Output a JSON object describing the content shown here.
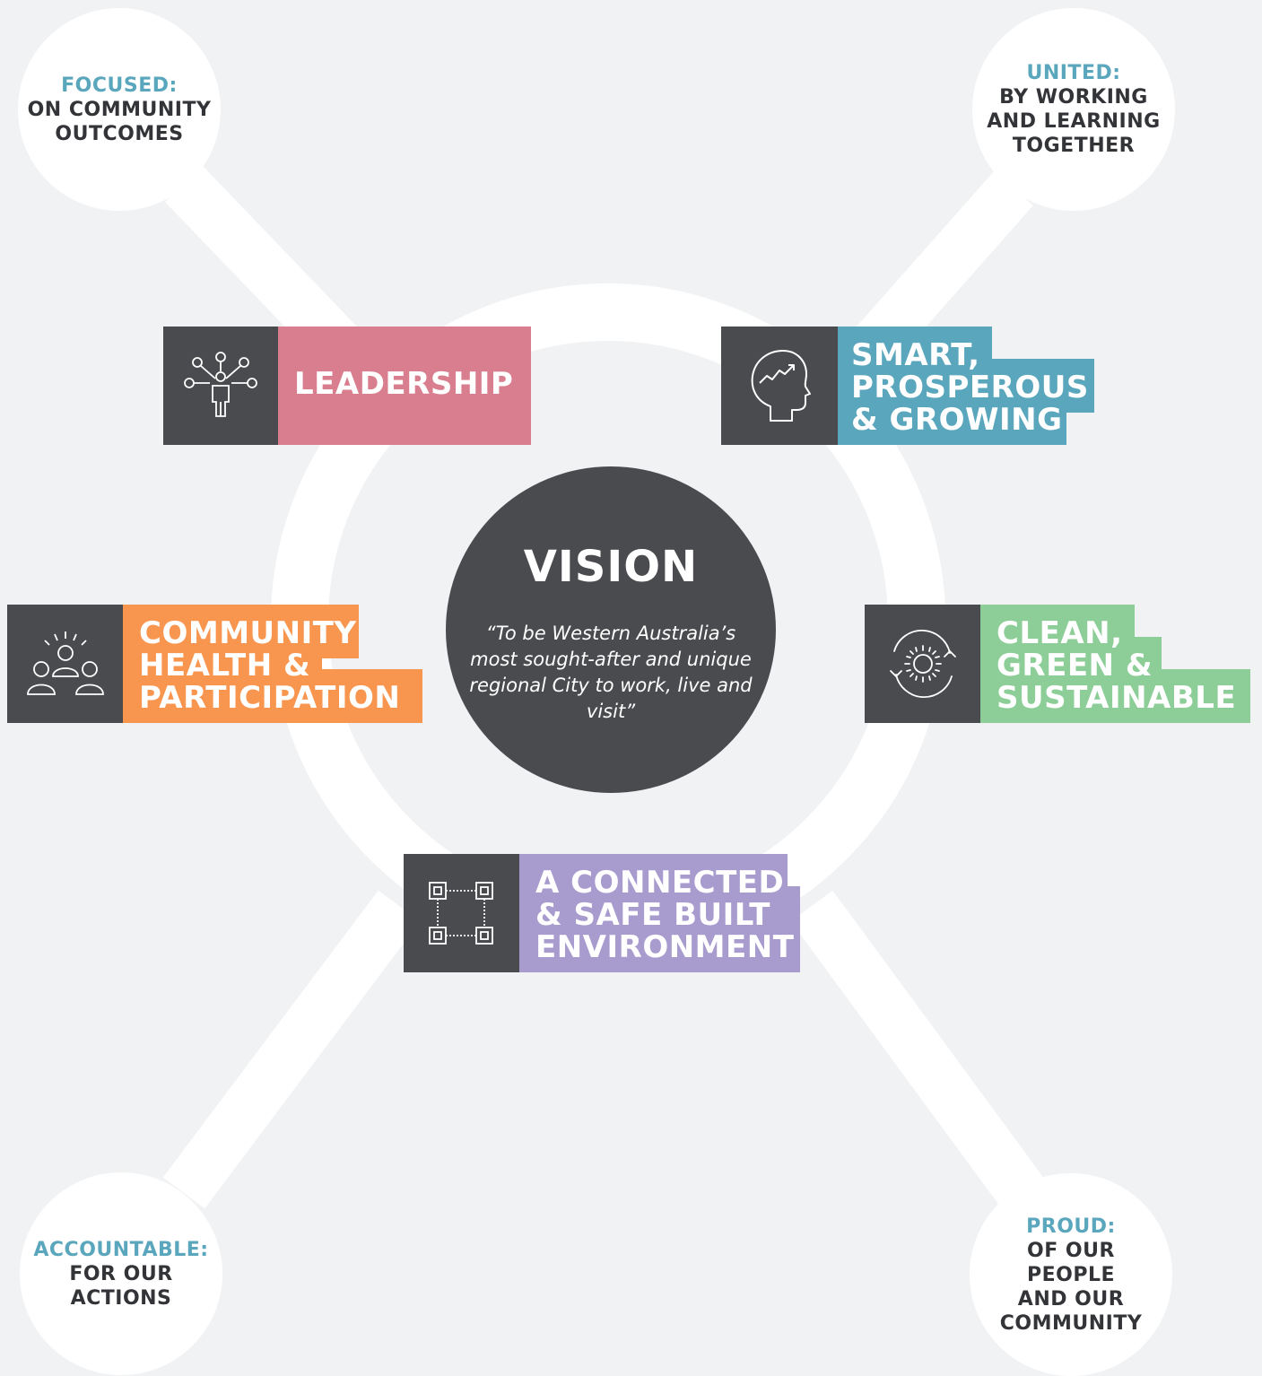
{
  "colors": {
    "background": "#f1f2f4",
    "ring": "#ffffff",
    "dark": "#4a4b4e",
    "value_title": "#5aa6bd",
    "leadership": "#d97e8e",
    "smart": "#5aa6bd",
    "community": "#f8964f",
    "clean": "#8dce98",
    "connected": "#a89bce"
  },
  "vision": {
    "title": "VISION",
    "quote": "“To be Western Australia’s most sought-after and unique regional City to work, live and visit”"
  },
  "values": {
    "focused": {
      "title": "FOCUSED:",
      "desc": "ON COMMUNITY\nOUTCOMES"
    },
    "united": {
      "title": "UNITED:",
      "desc": "BY WORKING\nAND LEARNING\nTOGETHER"
    },
    "accountable": {
      "title": "ACCOUNTABLE:",
      "desc": "FOR OUR\nACTIONS"
    },
    "proud": {
      "title": "PROUD:",
      "desc": "OF OUR\nPEOPLE\nAND OUR\nCOMMUNITY"
    }
  },
  "themes": {
    "leadership": {
      "label": "LEADERSHIP",
      "icon": "leadership-network-icon"
    },
    "smart": {
      "label": "SMART,\nPROSPEROUS\n& GROWING",
      "icon": "head-growth-icon"
    },
    "community": {
      "label": "COMMUNITY\nHEALTH &\nPARTICIPATION",
      "icon": "people-group-icon"
    },
    "clean": {
      "label": "CLEAN,\nGREEN &\nSUSTAINABLE",
      "icon": "sun-cycle-icon"
    },
    "connected": {
      "label": "A CONNECTED\n& SAFE BUILT\nENVIRONMENT",
      "icon": "connected-squares-icon"
    }
  }
}
